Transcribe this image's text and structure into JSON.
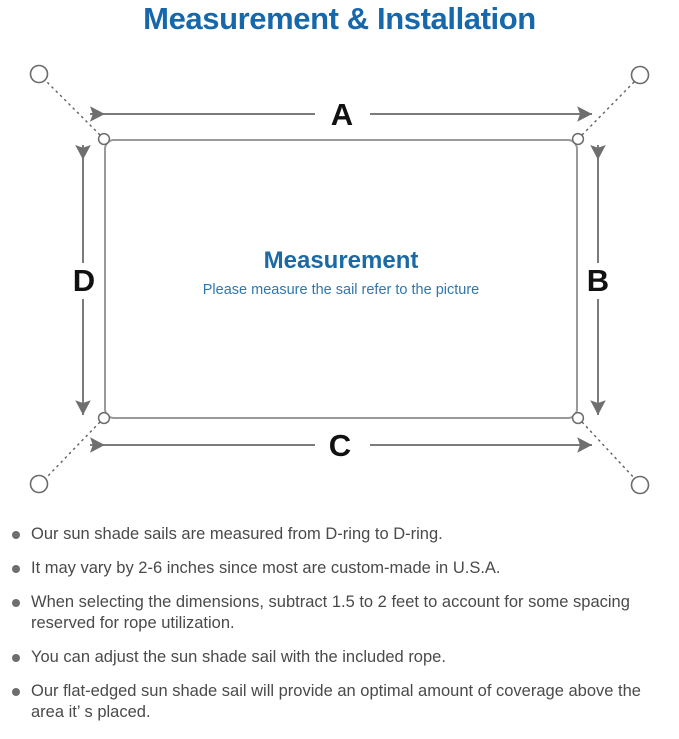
{
  "title": "Measurement & Installation",
  "diagram": {
    "center_title": "Measurement",
    "center_subtitle": "Please measure the sail refer to the picture",
    "labels": {
      "top": "A",
      "right": "B",
      "bottom": "C",
      "left": "D"
    },
    "colors": {
      "title_blue": "#1668ab",
      "center_blue": "#1b6aa5",
      "sub_blue": "#2f77ad",
      "line_gray": "#7b7b7b",
      "sail_gray": "#9a9a9a",
      "text_gray": "#4a4a4a"
    },
    "anchors": [
      {
        "name": "top-left-anchor-ring"
      },
      {
        "name": "top-right-anchor-ring"
      },
      {
        "name": "bottom-left-anchor-ring"
      },
      {
        "name": "bottom-right-anchor-ring"
      }
    ],
    "d_rings": [
      {
        "name": "top-left-d-ring"
      },
      {
        "name": "top-right-d-ring"
      },
      {
        "name": "bottom-left-d-ring"
      },
      {
        "name": "bottom-right-d-ring"
      }
    ]
  },
  "bullets": [
    "Our sun shade sails are measured from D-ring to D-ring.",
    "It may vary by 2-6 inches since most are custom-made in U.S.A.",
    "When selecting the dimensions, subtract 1.5 to 2 feet to account for some spacing reserved for rope utilization.",
    "You can adjust the sun shade sail with the included rope.",
    "Our flat-edged sun shade sail will provide an optimal amount of coverage above the area it’  s placed."
  ]
}
